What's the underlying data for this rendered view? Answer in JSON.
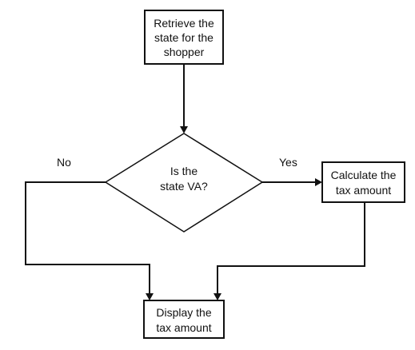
{
  "nodes": {
    "retrieve_state": {
      "lines": [
        "Retrieve the",
        "state for the",
        "shopper"
      ]
    },
    "decision": {
      "lines": [
        "Is the",
        "state VA?"
      ]
    },
    "calculate_tax": {
      "lines": [
        "Calculate the",
        "tax amount"
      ]
    },
    "display_tax": {
      "lines": [
        "Display the",
        "tax amount"
      ]
    }
  },
  "edges": {
    "no_label": "No",
    "yes_label": "Yes"
  }
}
